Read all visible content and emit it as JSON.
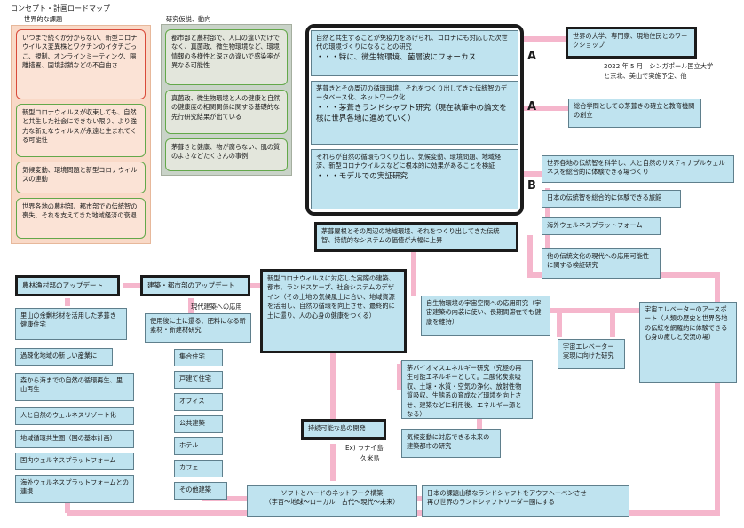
{
  "title": "コンセプト・計画ロードマップ",
  "section_issues": "世界的な課題",
  "section_research": "研究仮説、動向",
  "issues": [
    "いつまで続くか分からない、新型コロナウイルス変異株とワクチンのイタチごっこ、規制、オンラインミーティング、隔離措置、国境封鎖などの不自由さ",
    "新型コロナウィルスが収束しても、自然と共生した社会にできない限り、より強力な新たなウィルスが永遠と生まれてくる可能性",
    "気候変動、環境問題と新型コロナウィルスの連動",
    "世界各地の農村部、都市部での伝統智の喪失、それを支えてきた地域経済の衰退"
  ],
  "research": [
    "都市部と農村部で、人口の違いだけでなく、真菌政、微生物環境など、環境情報の多様性と深さの違いで感染率が異なる可能性",
    "真菌政、微生物環境と人の健康と自然の健康度の相関関係に関する基礎的な先行研究結果が出ている",
    "茅葺きと健康、物が腐らない、肌の質のよさなどたくさんの事例"
  ],
  "hub": {
    "p1a": "自然と共生することが免疫力をあげられ、コロナにも対応した次世代の環境づくりになることの研究",
    "p1b": "・・・特に、微生物環境、菌層波にフォーカス",
    "p2a": "茅葺きとその周辺の循環環境、それをつくり出してきた伝統智のデータベース化、ネットワーク化",
    "p2b": "・・・茅葺きランドシャフト研究（現在執筆中の論文を核に世界各地に進めていく）",
    "p3a": "それらが自然の循環もつくり出し、気候変動、環境問題、地域経済、新型コロナウイルスなどに根本的に効果があることを検証",
    "p3b": "・・・モデルでの実証研究"
  },
  "letters": [
    "A",
    "A",
    "B"
  ],
  "workshop": "世界の大学、専門家、現地住民とのワークショップ",
  "workshop_note": [
    "2022 年 5 月　シンガポール国立大学",
    "と京北、美山で実施予定、他"
  ],
  "right_items": [
    "総合学問としての茅葺きの確立と教育機関の創立",
    "世界各地の伝統智を科学し、人と自然のサスティナブルウェルネスを総合的に体験できる場づくり",
    "日本の伝統智を総合的に体験できる旅館",
    "海外ウェルネスプラットフォーム",
    "他の伝統文化の現代への応用可能性に関する検証研究"
  ],
  "center_bar": "茅葺屋根とその周辺の地域環境、それをつくり出してきた伝統智、持続的なシステムの価値が大幅に上昇",
  "village_title": "農林漁村部のアップデート",
  "village_items": [
    "里山の余剰杉材を活用した茅葺き健康住宅",
    "過疎化地域の新しい産業に",
    "森から海までの自然の循環再生、里山再生",
    "人と自然のウェルネスリゾート化",
    "地域循環共生圏（国の基本計画）",
    "国内ウェルネスプラットフォーム",
    "海外ウェルネスプラットフォームとの連携"
  ],
  "city_title": "建築・都市部のアップデート",
  "city_sub": "現代建築への応用",
  "city_desc": "使用後に土に還る、肥料になる新素材・新建材研究",
  "city_items": [
    "集合住宅",
    "戸建て住宅",
    "オフィス",
    "公共建築",
    "ホテル",
    "カフェ",
    "その他建築"
  ],
  "design_box": "新型コロナウィルスに対応した実際の建築、都市、ランドスケープ、社会システムのデザイン（その土地の気候風土に合い、地域資源を活用し、自然の循環を向上させ、最終的に土に還り、人の心身の健康をつくる）",
  "space_research": "自生物環境の宇宙空間への応用研究（宇宙建築の内装に使い、長期間滞在でも健康を維持）",
  "elevator_app": "宇宙エレベーターのアースポート（人類の歴史と世界各地の伝統を網羅的に体験できる心身の癒しと交流の場）",
  "elevator_research": "宇宙エレベーター実現に向けた研究",
  "bio_energy": "茅バイオマスエネルギー研究（究極の再生可能エネルギーとして。二酸化炭素吸収、土壌・水質・空気の浄化、放射性物質吸収、生態系の育成など環境を向上させ、建築などに利用後、エネルギー源となる）",
  "climate_city": "気候変動に対応できる未来の建築都市の研究",
  "island_dev": "持続可能な島の開発",
  "island_examples": [
    "Ex) ラナイ島",
    "久米島"
  ],
  "network": [
    "ソフトとハードのネットワーク構築",
    "（宇宙〜地球〜ローカル　古代〜現代〜未来）"
  ],
  "aufheben": [
    "日本の課題山積なランドシャフトをアウフヘーベンさせ",
    "再び世界のランドシャフトリーダー國にする"
  ],
  "colors": {
    "link": "#f5b6cc",
    "box": "#bfe3ef",
    "border": "#1b1b1b",
    "issue_bg": "#f9d9c7",
    "research_bg": "#c9d3c8"
  }
}
